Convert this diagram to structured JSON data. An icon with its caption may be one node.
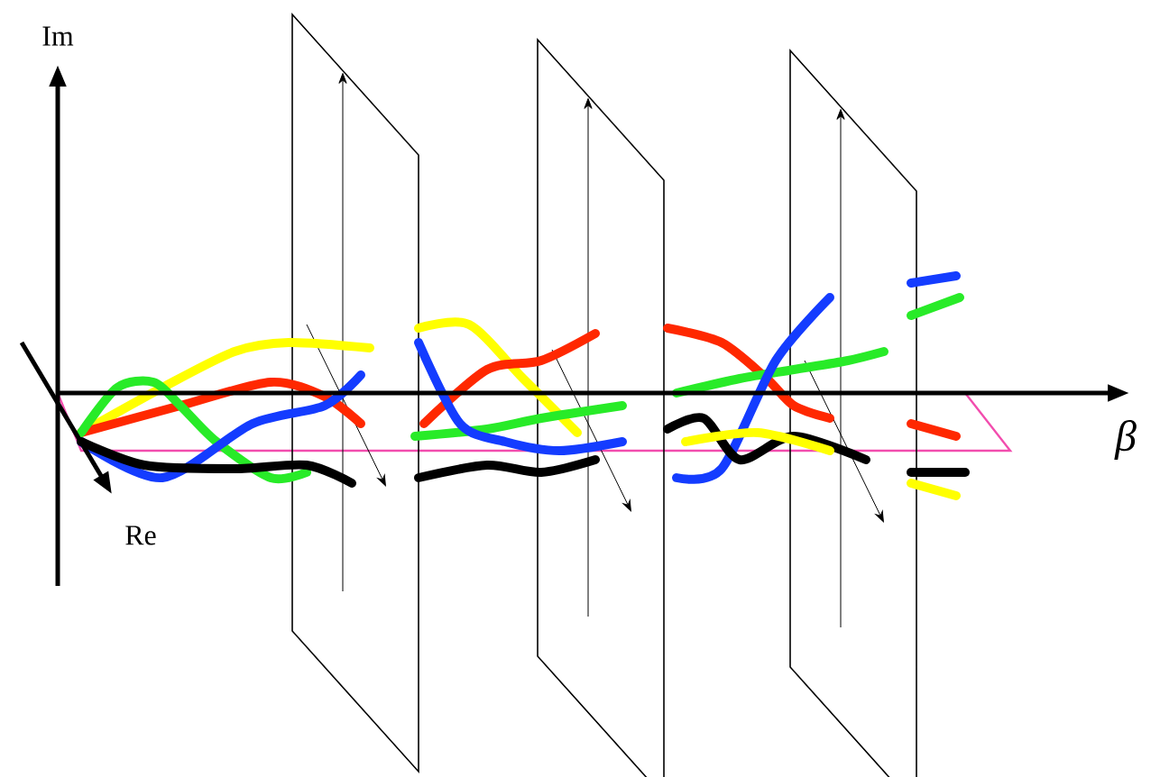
{
  "diagram": {
    "labels": [
      "Im",
      "β",
      "Re"
    ]
  }
}
